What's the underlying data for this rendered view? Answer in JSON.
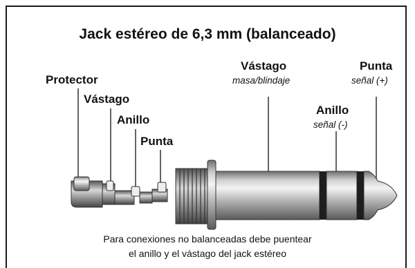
{
  "diagram": {
    "title": "Jack estéreo de 6,3 mm (balanceado)",
    "labels": {
      "protector": "Protector",
      "sleeve_left": "Vástago",
      "ring_left": "Anillo",
      "tip_left": "Punta",
      "sleeve_right": "Vástago",
      "sleeve_right_sub": "masa/blindaje",
      "ring_right": "Anillo",
      "ring_right_sub": "señal (-)",
      "tip_right": "Punta",
      "tip_right_sub": "señal (+)"
    },
    "note_line1": "Para conexiones no balanceadas debe puentear",
    "note_line2": "el anillo y el vástago del jack estéreo"
  }
}
